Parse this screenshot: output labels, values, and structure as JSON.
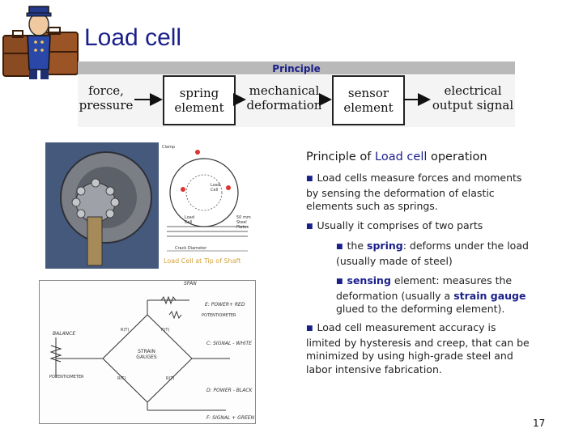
{
  "slide": {
    "title": "Load cell",
    "subtitle": "Principle",
    "page_number": "17"
  },
  "flow": {
    "input": "force,\npressure",
    "box1": "spring\nelement",
    "mid": "mechanical\ndeformation",
    "box2": "sensor\nelement",
    "output": "electrical\noutput signal"
  },
  "photo": {
    "label": "Load Cell at Tip of Shaft",
    "labels_small": [
      "Clamp",
      "Load Cell",
      "Load Cell",
      "50 mm Steel Plates",
      "Crack Diameter"
    ]
  },
  "wiring": {
    "labels": [
      "SPAN",
      "E: POWER+ RED",
      "POTENTIOMETER",
      "BALANCE",
      "C: SIGNAL - WHITE",
      "STRAIN GAUGES",
      "D: POWER - BLACK",
      "F: SIGNAL + GREEN",
      "POTENTIOMETER",
      "R(T)",
      "R(T)",
      "R(T)",
      "R(T)"
    ]
  },
  "content": {
    "heading_prefix": "Principle of ",
    "heading_highlight": "Load cell",
    "heading_suffix": " operation",
    "p1": "Load cells measure forces and moments by sensing the deformation of elastic elements such as springs.",
    "p2": "Usually it comprises of two parts",
    "p3_pre": "the ",
    "p3_hl": "spring",
    "p3_post": ": deforms under the load (usually made of steel)",
    "p4_hl": "sensing",
    "p4_mid": " element: measures the deformation (usually a ",
    "p4_hl2": "strain gauge",
    "p4_post": " glued to the deforming element).",
    "p5": "Load cell measurement accuracy is limited by hysteresis and creep, that can be minimized by using high-grade steel and labor intensive fabrication."
  },
  "colors": {
    "title": "#1a1f8a",
    "title_bar": "#b9b9b9",
    "photo_bg": "#3a4f72"
  },
  "icons": [
    "bellhop-clipart",
    "bullet-square-icon"
  ]
}
